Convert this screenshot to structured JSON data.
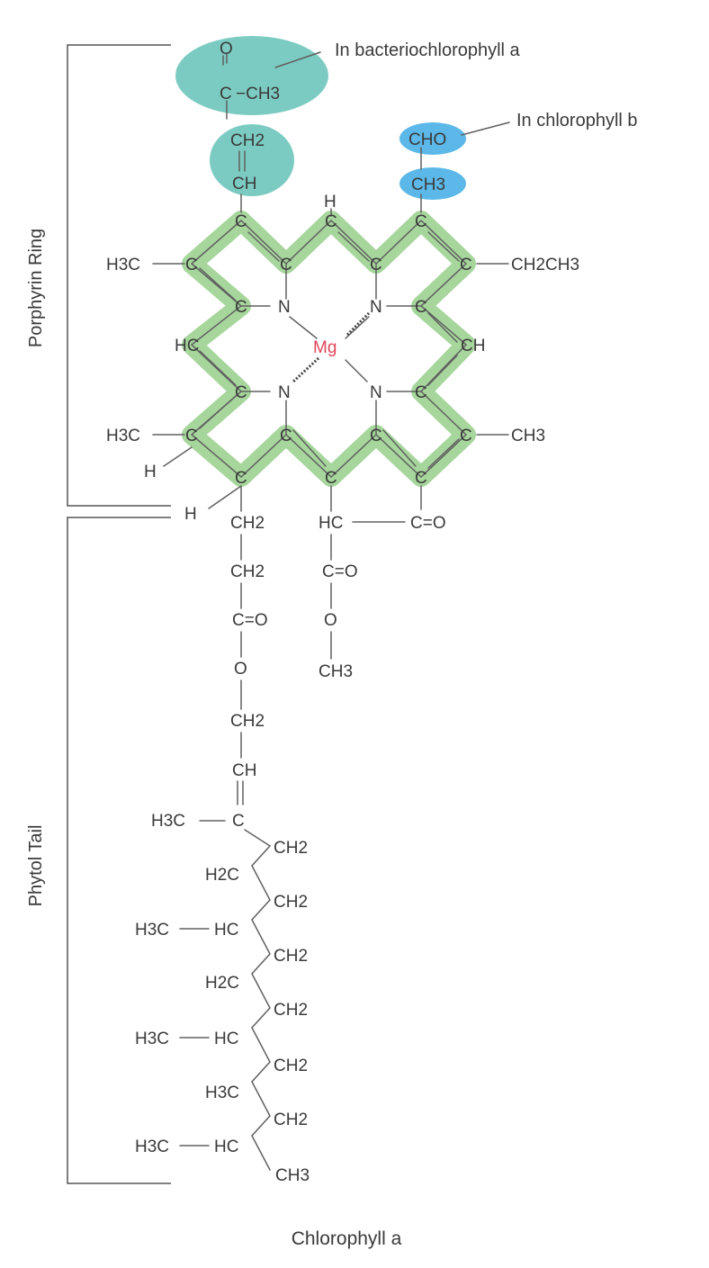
{
  "labels": {
    "bracket_porphyrin": "Porphyrin Ring",
    "bracket_phytol": "Phytol Tail",
    "note_bacterio": "In bacteriochlorophyll a",
    "note_chl_b": "In chlorophyll b",
    "caption": "Chlorophyll a"
  },
  "groups": {
    "bacterio_O": "O",
    "bacterio_C": "C",
    "bacterio_CH3": "−CH3",
    "vinyl_CH2": "CH2",
    "vinyl_CH": "CH",
    "cho": "CHO",
    "ch3_top": "CH3",
    "h3c_1": "H3C",
    "ch2ch3": "CH2CH3",
    "ch_right": "CH",
    "hc_left": "HC",
    "h3c_2": "H3C",
    "ch3_right": "CH3",
    "h_top": "H",
    "h_ring": "H",
    "h_low": "H",
    "mg": "Mg"
  },
  "ring_atoms": {
    "n": "N",
    "c": "C"
  },
  "lower_groups": {
    "ch2_a": "CH2",
    "ch2_b": "CH2",
    "co_a": "C=O",
    "o_a": "O",
    "hc_mid": "HC",
    "co_b": "C=O",
    "co_c": "C=O",
    "o_b": "O",
    "ch3_ester": "CH3"
  },
  "phytol": [
    "CH2",
    "CH",
    "H3C",
    "C",
    "CH2",
    "H2C",
    "CH2",
    "H3C",
    "HC",
    "CH2",
    "H2C",
    "CH2",
    "H3C",
    "HC",
    "CH2",
    "H3C",
    "CH2",
    "H3C",
    "HC",
    "CH3"
  ]
}
